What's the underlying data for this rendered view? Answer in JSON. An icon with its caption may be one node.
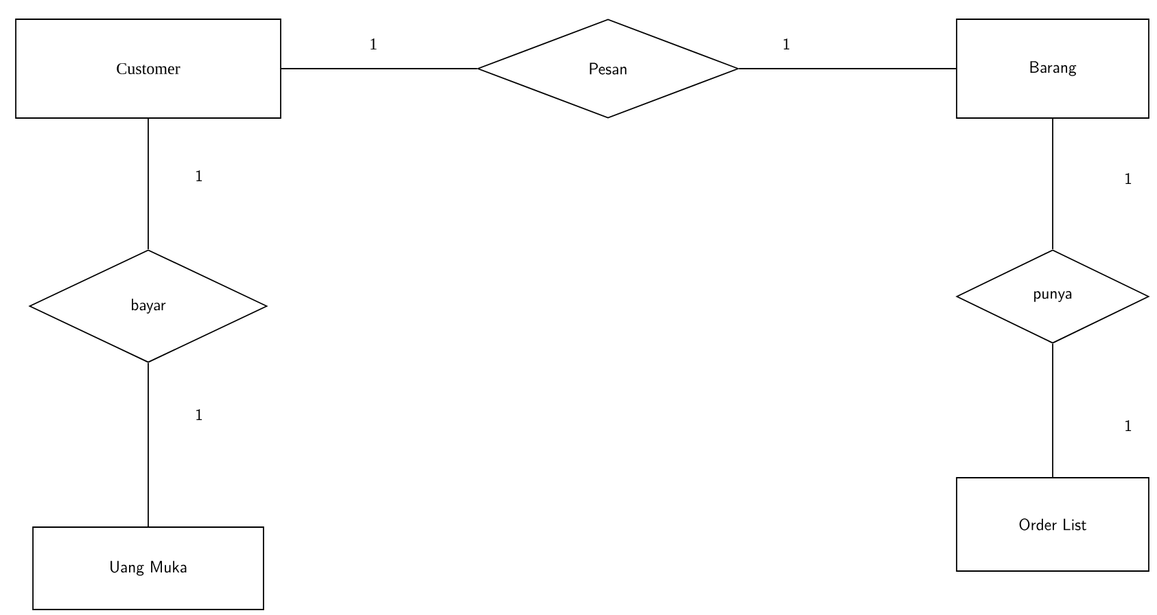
{
  "diagram": {
    "nodes": [
      {
        "text": [
          "Customer"
        ]
      },
      {
        "text": [
          "Pesan"
        ]
      },
      {
        "text": [
          "Barang"
        ]
      },
      {
        "text": [
          "bayar"
        ]
      },
      {
        "text": [
          "Uang Muka"
        ]
      },
      {
        "text": [
          "punya"
        ]
      },
      {
        "text": [
          "Order List"
        ]
      }
    ],
    "edges": [
      {
        "from": 0,
        "to": 1,
        "arrow": "none",
        "label": "1"
      },
      {
        "from": 1,
        "to": 2,
        "arrow": "none",
        "label": "1"
      },
      {
        "from": 0,
        "to": 3,
        "arrow": "none",
        "label": "1"
      },
      {
        "from": 3,
        "to": 4,
        "arrow": "none",
        "label": "1"
      },
      {
        "from": 2,
        "to": 5,
        "arrow": "none",
        "label": "1"
      },
      {
        "from": 5,
        "to": 6,
        "arrow": "none",
        "label": "1"
      }
    ]
  }
}
